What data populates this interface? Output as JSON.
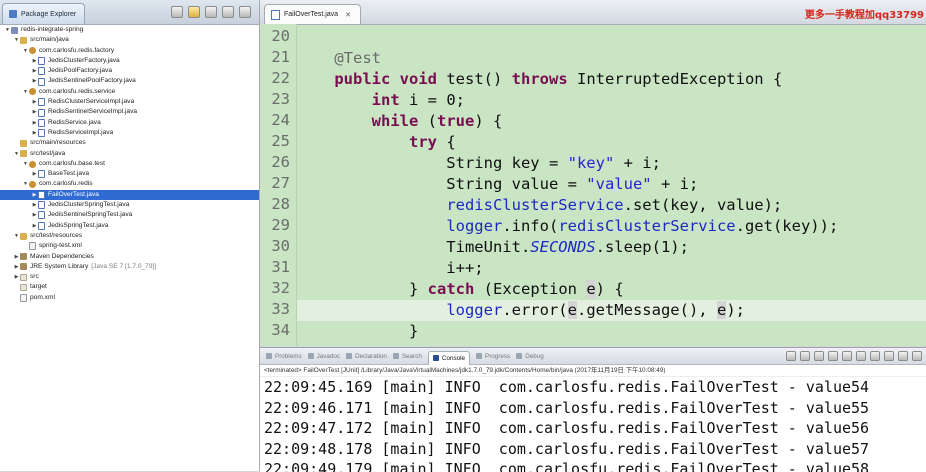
{
  "explorer": {
    "title": "Package Explorer",
    "items": [
      {
        "label": "redis-integrate-spring",
        "icon": "project-icon",
        "depth": 0,
        "twisty": "▼"
      },
      {
        "label": "src/main/java",
        "icon": "source-folder-icon",
        "depth": 1,
        "twisty": "▼"
      },
      {
        "label": "com.carlosfu.redis.factory",
        "icon": "package-icon",
        "depth": 2,
        "twisty": "▼"
      },
      {
        "label": "JedisClusterFactory.java",
        "icon": "java-file-icon",
        "depth": 3,
        "twisty": "▶"
      },
      {
        "label": "JedisPoolFactory.java",
        "icon": "java-file-icon",
        "depth": 3,
        "twisty": "▶"
      },
      {
        "label": "JedisSentinelPoolFactory.java",
        "icon": "java-file-icon",
        "depth": 3,
        "twisty": "▶"
      },
      {
        "label": "com.carlosfu.redis.service",
        "icon": "package-icon",
        "depth": 2,
        "twisty": "▼"
      },
      {
        "label": "RedisClusterServiceImpl.java",
        "icon": "java-file-icon",
        "depth": 3,
        "twisty": "▶"
      },
      {
        "label": "RedisSentinelServiceImpl.java",
        "icon": "java-file-icon",
        "depth": 3,
        "twisty": "▶"
      },
      {
        "label": "RedisService.java",
        "icon": "java-file-icon",
        "depth": 3,
        "twisty": "▶"
      },
      {
        "label": "RedisServiceImpl.java",
        "icon": "java-file-icon",
        "depth": 3,
        "twisty": "▶"
      },
      {
        "label": "src/main/resources",
        "icon": "source-folder-icon",
        "depth": 1,
        "twisty": ""
      },
      {
        "label": "src/test/java",
        "icon": "source-folder-icon",
        "depth": 1,
        "twisty": "▼"
      },
      {
        "label": "com.carlosfu.base.test",
        "icon": "package-icon",
        "depth": 2,
        "twisty": "▼"
      },
      {
        "label": "BaseTest.java",
        "icon": "java-file-icon",
        "depth": 3,
        "twisty": "▶"
      },
      {
        "label": "com.carlosfu.redis",
        "icon": "package-icon",
        "depth": 2,
        "twisty": "▼"
      },
      {
        "label": "FailOverTest.java",
        "icon": "java-file-icon",
        "depth": 3,
        "twisty": "▶",
        "selected": true
      },
      {
        "label": "JedisClusterSpringTest.java",
        "icon": "java-file-icon",
        "depth": 3,
        "twisty": "▶"
      },
      {
        "label": "JedisSentinelSpringTest.java",
        "icon": "java-file-icon",
        "depth": 3,
        "twisty": "▶"
      },
      {
        "label": "JedisSpringTest.java",
        "icon": "java-file-icon",
        "depth": 3,
        "twisty": "▶"
      },
      {
        "label": "src/test/resources",
        "icon": "source-folder-icon",
        "depth": 1,
        "twisty": "▼"
      },
      {
        "label": "spring-test.xml",
        "icon": "xml-file-icon",
        "depth": 2,
        "twisty": ""
      },
      {
        "label": "Maven Dependencies",
        "icon": "library-icon",
        "depth": 1,
        "twisty": "▶"
      },
      {
        "label": "JRE System Library",
        "suffix": "[Java SE 7 [1.7.0_79]]",
        "icon": "library-icon",
        "depth": 1,
        "twisty": "▶"
      },
      {
        "label": "src",
        "icon": "folder-icon",
        "depth": 1,
        "twisty": "▶"
      },
      {
        "label": "target",
        "icon": "folder-icon",
        "depth": 1,
        "twisty": ""
      },
      {
        "label": "pom.xml",
        "icon": "xml-file-icon",
        "depth": 1,
        "twisty": ""
      }
    ]
  },
  "editor": {
    "tab_label": "FailOverTest.java",
    "watermark": "更多一手教程加qq33799",
    "highlighted_line": "33",
    "lines": [
      {
        "num": "20",
        "tokens": []
      },
      {
        "num": "21",
        "tokens": [
          {
            "t": "    "
          },
          {
            "t": "@Test",
            "c": "ann"
          }
        ]
      },
      {
        "num": "22",
        "tokens": [
          {
            "t": "    "
          },
          {
            "t": "public",
            "c": "kw"
          },
          {
            "t": " "
          },
          {
            "t": "void",
            "c": "kw"
          },
          {
            "t": " test() "
          },
          {
            "t": "throws",
            "c": "kw"
          },
          {
            "t": " InterruptedException {"
          }
        ]
      },
      {
        "num": "23",
        "tokens": [
          {
            "t": "        "
          },
          {
            "t": "int",
            "c": "kw"
          },
          {
            "t": " i = 0;"
          }
        ]
      },
      {
        "num": "24",
        "tokens": [
          {
            "t": "        "
          },
          {
            "t": "while",
            "c": "kw"
          },
          {
            "t": " ("
          },
          {
            "t": "true",
            "c": "kw"
          },
          {
            "t": ") {"
          }
        ]
      },
      {
        "num": "25",
        "tokens": [
          {
            "t": "            "
          },
          {
            "t": "try",
            "c": "kw"
          },
          {
            "t": " {"
          }
        ]
      },
      {
        "num": "26",
        "tokens": [
          {
            "t": "                String key = "
          },
          {
            "t": "\"key\"",
            "c": "str"
          },
          {
            "t": " + i;"
          }
        ]
      },
      {
        "num": "27",
        "tokens": [
          {
            "t": "                String value = "
          },
          {
            "t": "\"value\"",
            "c": "str"
          },
          {
            "t": " + i;"
          }
        ]
      },
      {
        "num": "28",
        "tokens": [
          {
            "t": "                "
          },
          {
            "t": "redisClusterService",
            "c": "fld"
          },
          {
            "t": ".set(key, value);"
          }
        ]
      },
      {
        "num": "29",
        "tokens": [
          {
            "t": "                "
          },
          {
            "t": "logger",
            "c": "fld"
          },
          {
            "t": ".info("
          },
          {
            "t": "redisClusterService",
            "c": "fld"
          },
          {
            "t": ".get(key));"
          }
        ]
      },
      {
        "num": "30",
        "tokens": [
          {
            "t": "                TimeUnit."
          },
          {
            "t": "SECONDS",
            "c": "stat"
          },
          {
            "t": ".sleep(1);"
          }
        ]
      },
      {
        "num": "31",
        "tokens": [
          {
            "t": "                i++;"
          }
        ]
      },
      {
        "num": "32",
        "tokens": [
          {
            "t": "            } "
          },
          {
            "t": "catch",
            "c": "kw"
          },
          {
            "t": " (Exception "
          },
          {
            "t": "e",
            "c": "mark"
          },
          {
            "t": ") {"
          }
        ]
      },
      {
        "num": "33",
        "tokens": [
          {
            "t": "                "
          },
          {
            "t": "logger",
            "c": "fld"
          },
          {
            "t": ".error("
          },
          {
            "t": "e",
            "c": "mark"
          },
          {
            "t": ".getMessage(), "
          },
          {
            "t": "e",
            "c": "mark"
          },
          {
            "t": ");"
          }
        ]
      },
      {
        "num": "34",
        "tokens": [
          {
            "t": "            }"
          }
        ]
      }
    ]
  },
  "console": {
    "tabs": [
      "Problems",
      "Javadoc",
      "Declaration",
      "Search",
      "Console",
      "Progress",
      "Debug"
    ],
    "active_tab": "Console",
    "terminated": "<terminated> FailOverTest [JUnit] /Library/Java/JavaVirtualMachines/jdk1.7.0_79.jdk/Contents/Home/bin/java (2017年11月19日 下午10:08:49)",
    "logs": [
      "22:09:45.169 [main] INFO  com.carlosfu.redis.FailOverTest - value54",
      "22:09:46.171 [main] INFO  com.carlosfu.redis.FailOverTest - value55",
      "22:09:47.172 [main] INFO  com.carlosfu.redis.FailOverTest - value56",
      "22:09:48.178 [main] INFO  com.carlosfu.redis.FailOverTest - value57",
      "22:09:49.179 [main] INFO  com.carlosfu.redis.FailOverTest - value58"
    ]
  }
}
